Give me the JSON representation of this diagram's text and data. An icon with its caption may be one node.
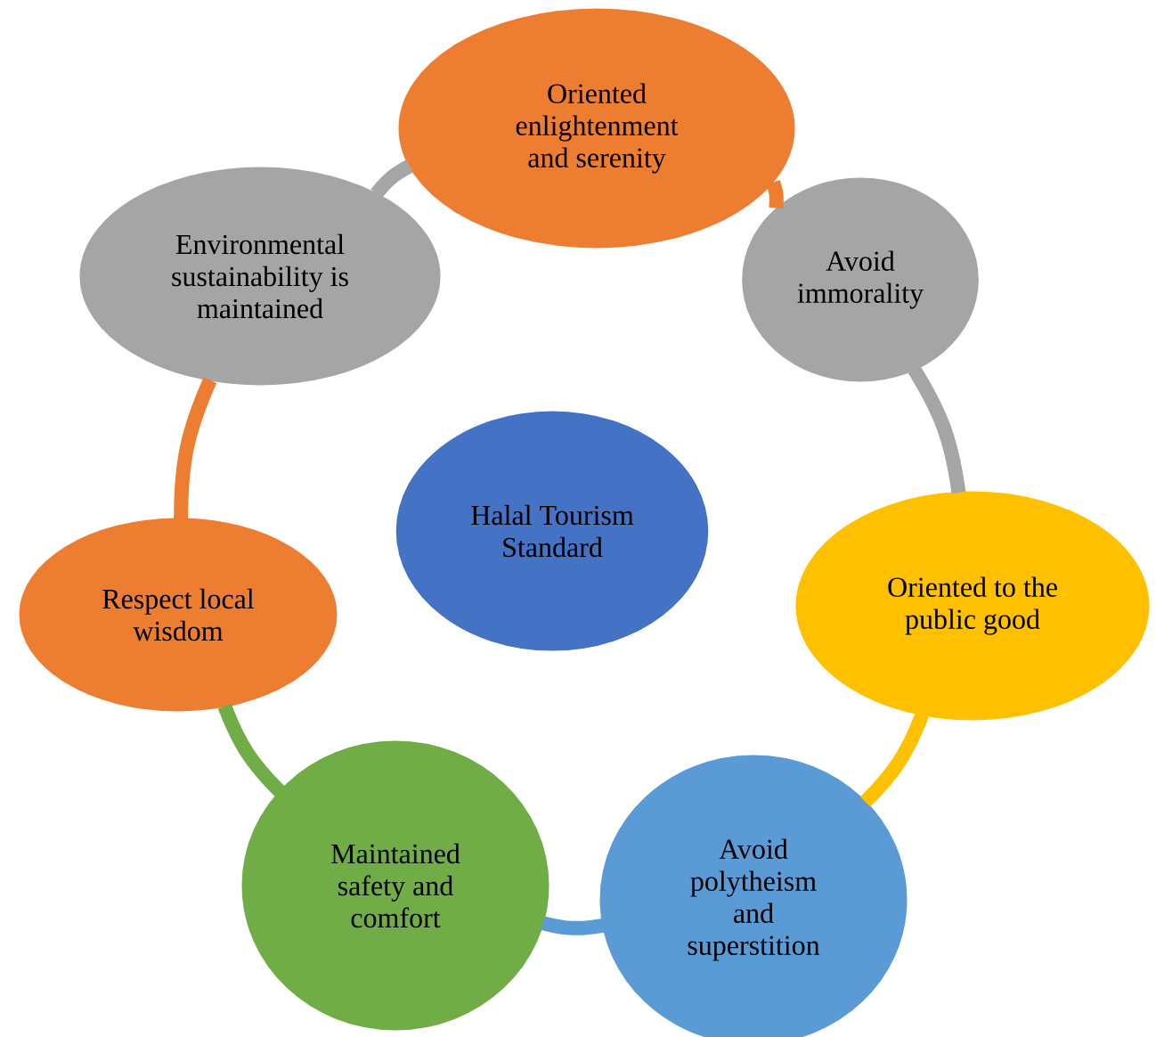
{
  "diagram": {
    "nodes": [
      {
        "text": [
          "Halal Tourism Standard"
        ]
      },
      {
        "text": [
          "Oriented enlightenment and serenity"
        ]
      },
      {
        "text": [
          "Avoid immorality"
        ]
      },
      {
        "text": [
          "Oriented to the public good"
        ]
      },
      {
        "text": [
          "Avoid polytheism and superstition"
        ]
      },
      {
        "text": [
          "Maintained safety and comfort"
        ]
      },
      {
        "text": [
          "Respect local wisdom"
        ]
      },
      {
        "text": [
          "Environmental sustainability is maintained"
        ]
      }
    ],
    "edges": [
      {
        "from": 1,
        "to": 2,
        "arrow": "none",
        "color": "#ed7d31"
      },
      {
        "from": 2,
        "to": 3,
        "arrow": "none",
        "color": "#a5a5a5"
      },
      {
        "from": 3,
        "to": 4,
        "arrow": "none",
        "color": "#ffc000"
      },
      {
        "from": 4,
        "to": 5,
        "arrow": "none",
        "color": "#5b9bd5"
      },
      {
        "from": 5,
        "to": 6,
        "arrow": "none",
        "color": "#70ad47"
      },
      {
        "from": 6,
        "to": 7,
        "arrow": "none",
        "color": "#ed7d31"
      },
      {
        "from": 7,
        "to": 1,
        "arrow": "none",
        "color": "#a5a5a5"
      }
    ]
  }
}
